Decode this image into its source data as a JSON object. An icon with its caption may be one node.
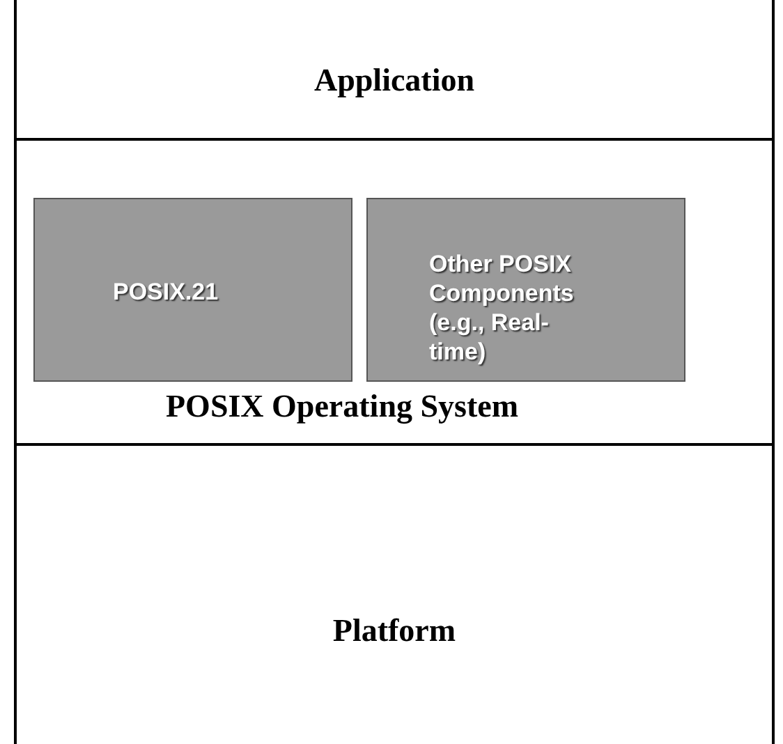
{
  "diagram": {
    "nodes": [
      {
        "text": [
          "Application"
        ]
      },
      {
        "text": [
          "POSIX Operating System"
        ]
      },
      {
        "text": [
          "POSIX.21"
        ],
        "in": 1
      },
      {
        "text": [
          "Other POSIX Components (e.g., Real-time)"
        ],
        "in": 1
      },
      {
        "text": [
          "Platform"
        ]
      }
    ]
  }
}
